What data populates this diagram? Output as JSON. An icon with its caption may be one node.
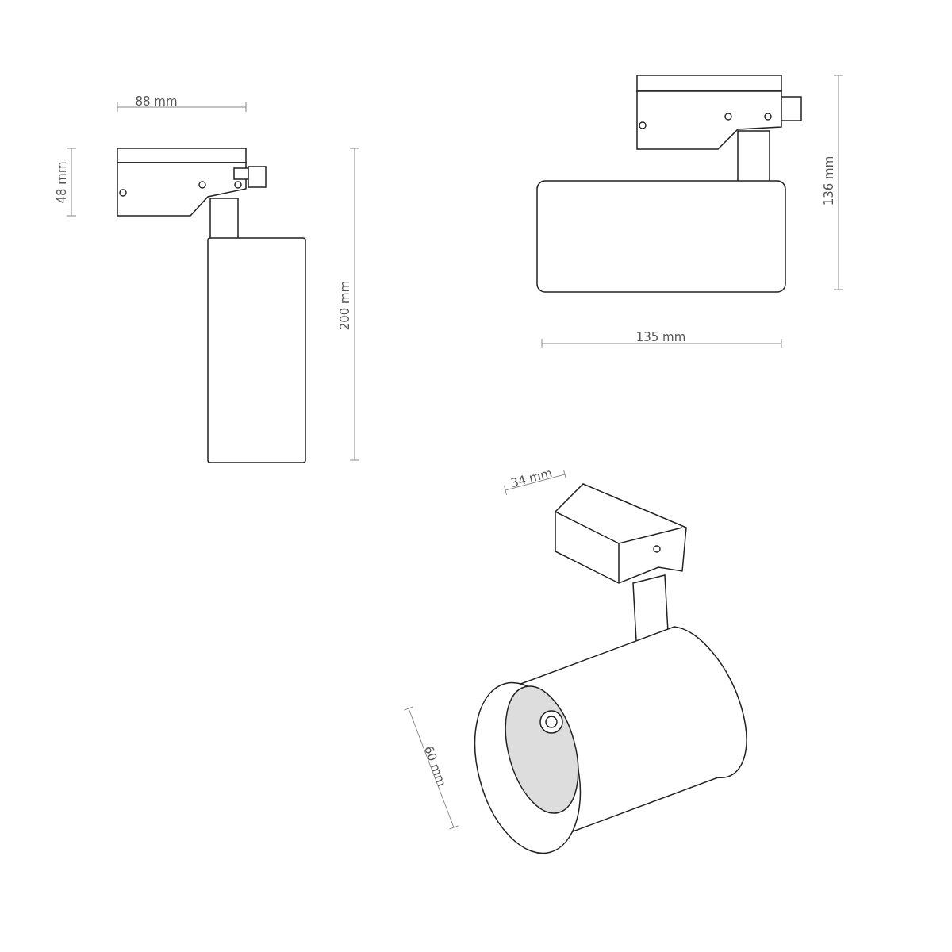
{
  "diagram": {
    "labels": [
      "88 mm",
      "48 mm",
      "200 mm",
      "136 mm",
      "135 mm",
      "34 mm",
      "60 mm"
    ]
  }
}
